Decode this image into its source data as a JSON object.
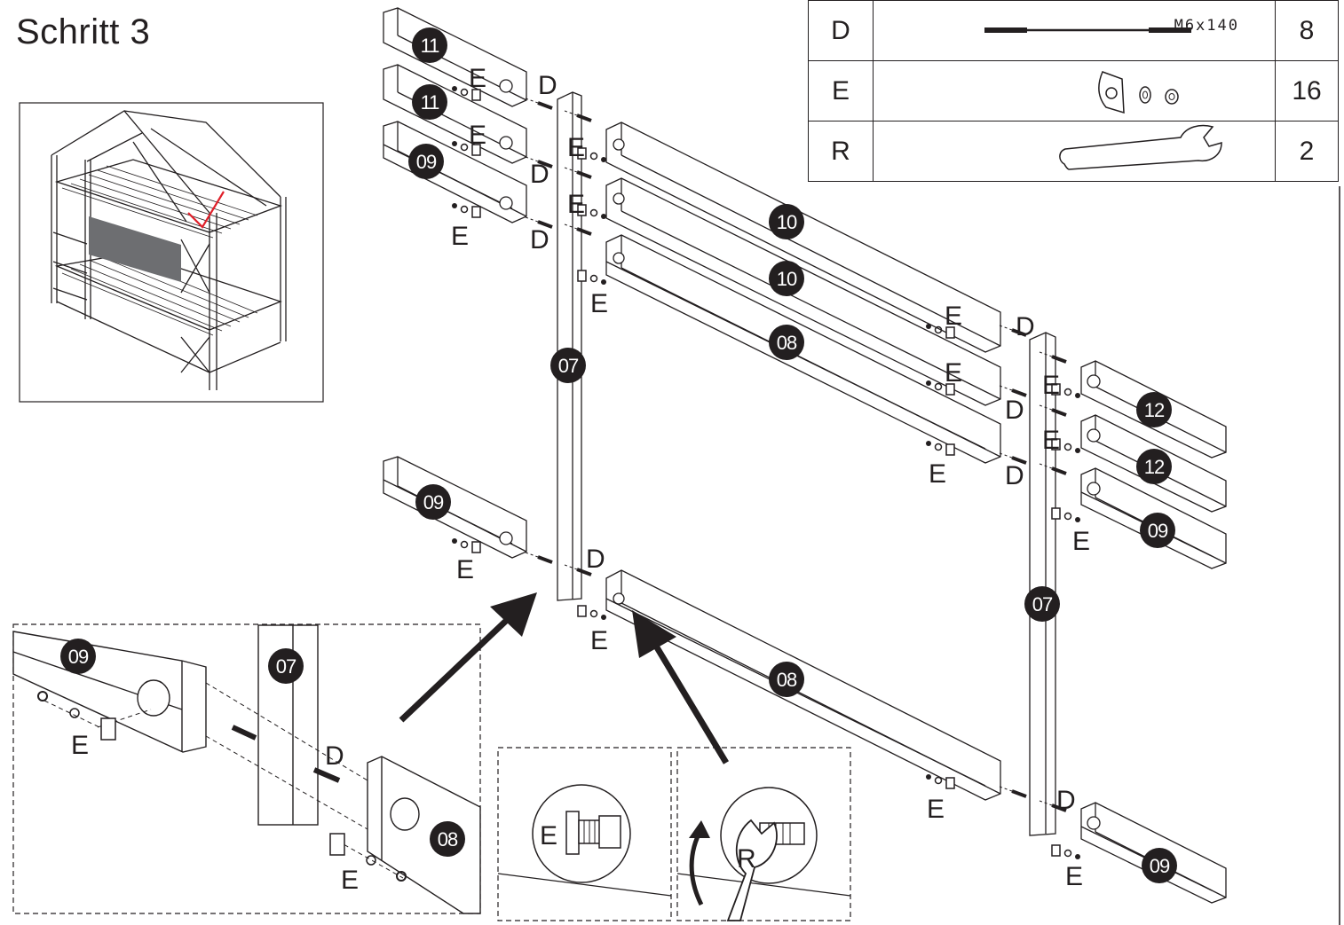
{
  "title": "Schritt 3",
  "parts": [
    {
      "code": "D",
      "spec": "M6x140",
      "qty": "8",
      "icon": "threaded-rod-icon"
    },
    {
      "code": "E",
      "spec": "",
      "qty": "16",
      "icon": "barrel-nut-washer-nut-icon"
    },
    {
      "code": "R",
      "spec": "",
      "qty": "2",
      "icon": "wrench-icon"
    }
  ],
  "labels": {
    "p07": "07",
    "p08": "08",
    "p09": "09",
    "p10": "10",
    "p11": "11",
    "p12": "12",
    "d": "D",
    "e": "E",
    "r": "R"
  },
  "colors": {
    "line": "#231f20",
    "check": "#e0202a",
    "panel": "#6d6e71"
  }
}
